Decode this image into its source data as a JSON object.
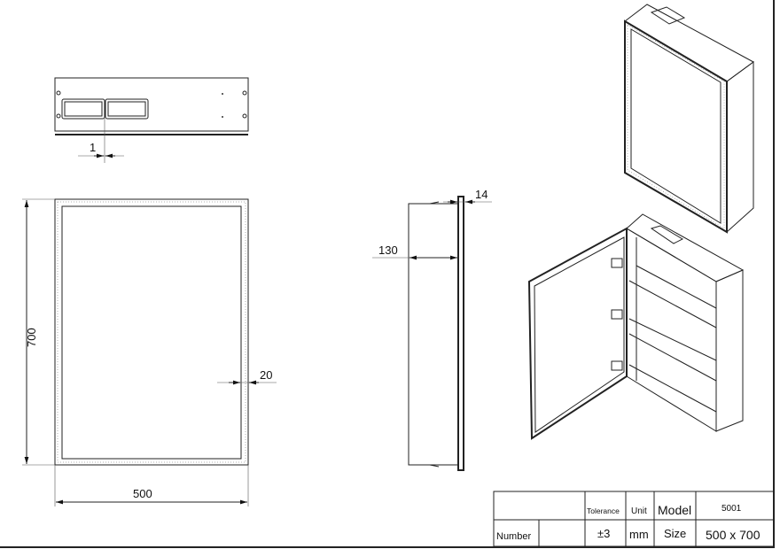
{
  "dimensions": {
    "gap": "1",
    "height": "700",
    "width": "500",
    "border": "20",
    "depth": "130",
    "door_thickness": "14"
  },
  "title_block": {
    "tolerance_label": "Tolerance",
    "unit_label": "Unit",
    "model_label": "Model",
    "model_value": "5001",
    "number_label": "Number",
    "tolerance_value": "±3",
    "unit_value": "mm",
    "size_label": "Size",
    "size_value": "500 x 700"
  }
}
